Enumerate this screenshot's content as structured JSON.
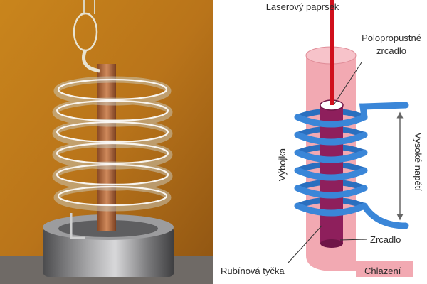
{
  "diagram": {
    "labels": {
      "laser_beam": "Laserový paprsek",
      "partial_mirror_line1": "Polopropustné",
      "partial_mirror_line2": "zrcadlo",
      "flash_tube": "Výbojka",
      "high_voltage": "Vysoké napětí",
      "mirror": "Zrcadlo",
      "ruby_rod": "Rubínová tyčka",
      "cooling": "Chlazení"
    },
    "colors": {
      "laser_beam": "#d0101c",
      "coil": "#3a86d8",
      "cooling_tube": "#f2a9b2",
      "ruby_rod": "#8e1f5c",
      "arrow": "#666666"
    }
  },
  "photo": {
    "icon": "flash-lamp-coil-photo"
  }
}
